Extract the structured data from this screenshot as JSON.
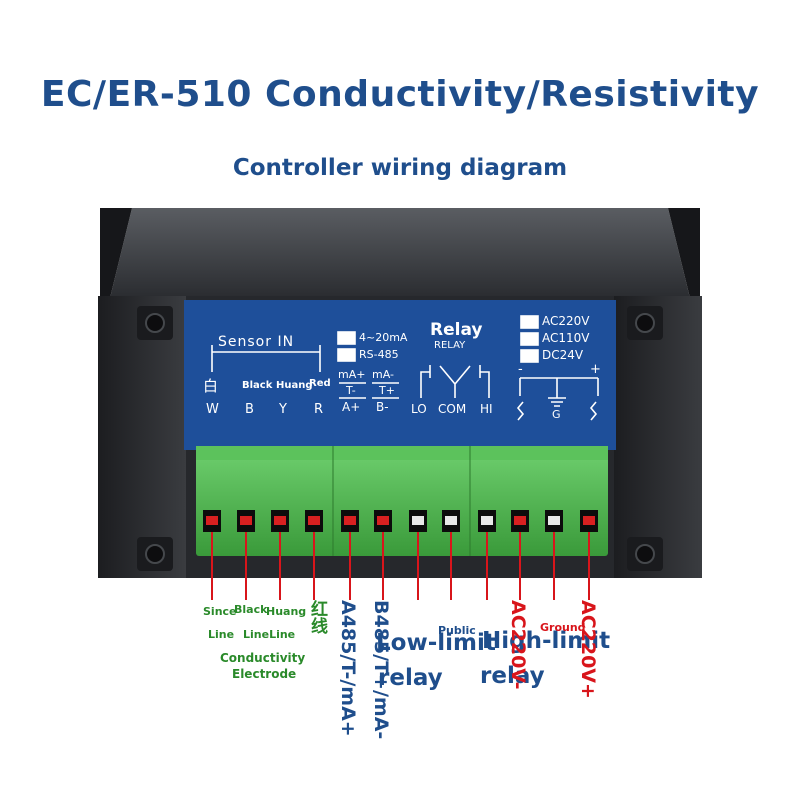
{
  "title": "EC/ER-510 Conductivity/Resistivity",
  "subtitle": "Controller wiring diagram",
  "panel": {
    "sensor_in": "Sensor  IN",
    "sensor_glyph": "白",
    "sensor_colors": [
      "Black",
      "Huang",
      "Red"
    ],
    "sensor_terms": [
      "W",
      "B",
      "Y",
      "R"
    ],
    "output_opt1": "4~20mA",
    "output_opt2": "RS-485",
    "out_top1": "mA+",
    "out_top2": "mA-",
    "out_mid1": "T-",
    "out_mid2": "T+",
    "out_bot1": "A+",
    "out_bot2": "B-",
    "relay_title": "Relay",
    "relay_sub": "RELAY",
    "relay_terms": [
      "LO",
      "COM",
      "HI"
    ],
    "power_opts": [
      "AC220V",
      "AC110V",
      "DC24V"
    ],
    "power_minus": "-",
    "power_plus": "+",
    "ground_term": "G"
  },
  "labels": {
    "since": "Since",
    "black": "Black",
    "huang": "Huang",
    "red_cn": "红线",
    "line1": "Line",
    "lineline": "LineLine",
    "conductivity": "Conductivity",
    "electrode": "Electrode",
    "a485": "A485/T-/mA+",
    "b485": "B485/T+/mA-",
    "public": "Public",
    "low_limit": "Low-limit",
    "high_limit": "High-limit",
    "relay1": "relay",
    "relay2": "relay",
    "ac220_minus": "AC220V-",
    "ground": "Ground",
    "ac220_plus": "AC220V+"
  },
  "colors": {
    "title": "#1f4e8c",
    "panel": "#1e4f9a",
    "terminal_block": "#4fb84f",
    "wire": "#d8151b",
    "label_green": "#2a8a2a"
  }
}
